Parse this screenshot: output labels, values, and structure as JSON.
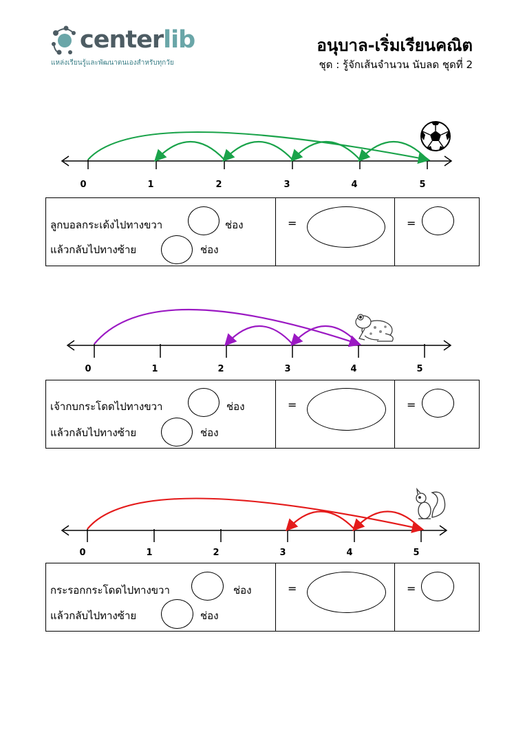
{
  "header": {
    "logo_name_main": "center",
    "logo_name_accent": "lib",
    "tagline": "แหล่งเรียนรู้และพัฒนาตนเองสำหรับทุกวัย",
    "title": "อนุบาล-เริ่มเรียนคณิต",
    "subtitle": "ชุด : รู้จักเส้นจำนวน นับลด ชุดที่ 2"
  },
  "exercises": [
    {
      "tick_labels": [
        "0",
        "1",
        "2",
        "3",
        "4",
        "5"
      ],
      "arc_color": "#1aa34a",
      "character_icon": "soccer-ball-icon",
      "line1": "ลูกบอลกระเด้งไปทางขวา",
      "line2": "แล้วกลับไปทางซ้าย",
      "unit": "ช่อง",
      "equals": "="
    },
    {
      "tick_labels": [
        "0",
        "1",
        "2",
        "3",
        "4",
        "5"
      ],
      "arc_color": "#9b19c3",
      "character_icon": "frog-icon",
      "line1": "เจ้ากบกระโดดไปทางขวา",
      "line2": "แล้วกลับไปทางซ้าย",
      "unit": "ช่อง",
      "equals": "="
    },
    {
      "tick_labels": [
        "0",
        "1",
        "2",
        "3",
        "4",
        "5"
      ],
      "arc_color": "#e41b1b",
      "character_icon": "squirrel-icon",
      "line1": "กระรอกกระโดดไปทางขวา",
      "line2": "แล้วกลับไปทางซ้าย",
      "unit": "ช่อง",
      "equals": "="
    }
  ]
}
